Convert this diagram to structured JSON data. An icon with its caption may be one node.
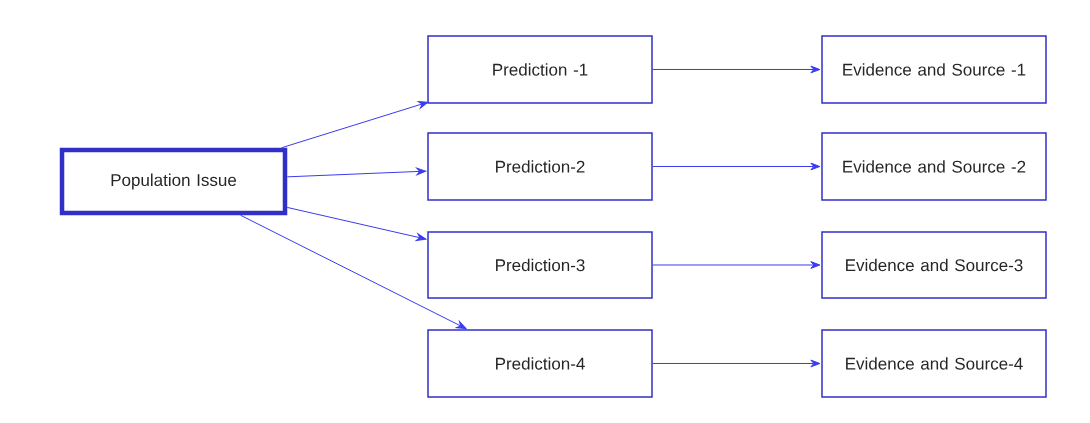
{
  "diagram": {
    "nodes": [
      {
        "text": [
          "Population Issue"
        ]
      },
      {
        "text": [
          "Prediction -1"
        ]
      },
      {
        "text": [
          "Prediction-2"
        ]
      },
      {
        "text": [
          "Prediction-3"
        ]
      },
      {
        "text": [
          "Prediction-4"
        ]
      },
      {
        "text": [
          "Evidence and Source -1"
        ]
      },
      {
        "text": [
          "Evidence and Source -2"
        ]
      },
      {
        "text": [
          "Evidence and Source-3"
        ]
      },
      {
        "text": [
          "Evidence and Source-4"
        ]
      }
    ],
    "edges": [
      {
        "from": 0,
        "to": 1,
        "arrow": "to"
      },
      {
        "from": 0,
        "to": 2,
        "arrow": "to"
      },
      {
        "from": 0,
        "to": 3,
        "arrow": "to"
      },
      {
        "from": 0,
        "to": 4,
        "arrow": "to"
      },
      {
        "from": 1,
        "to": 5,
        "arrow": "to"
      },
      {
        "from": 2,
        "to": 6,
        "arrow": "to"
      },
      {
        "from": 3,
        "to": 7,
        "arrow": "to"
      },
      {
        "from": 4,
        "to": 8,
        "arrow": "to"
      }
    ]
  }
}
